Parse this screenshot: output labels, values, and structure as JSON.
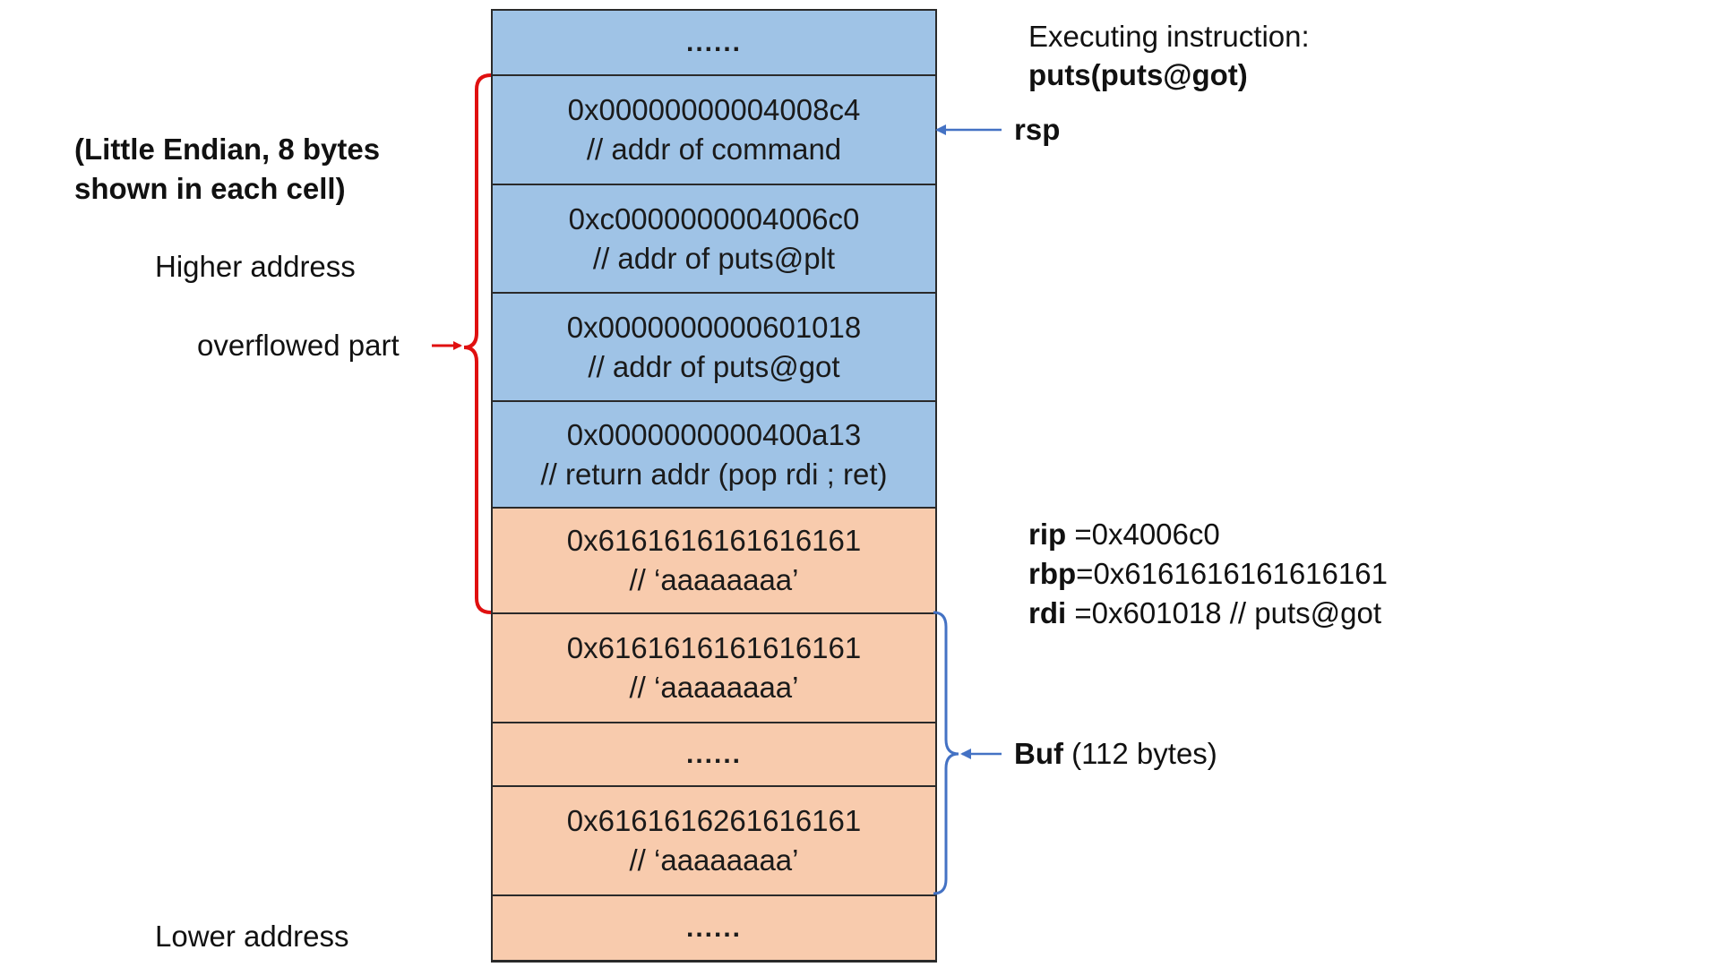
{
  "stack_cells": [
    {
      "value": "......",
      "comment": "",
      "kind": "dots",
      "color": "blue"
    },
    {
      "value": "0x00000000004008c4",
      "comment": "// addr of command",
      "kind": "entry",
      "color": "blue"
    },
    {
      "value": "0xc0000000004006c0",
      "comment": "// addr of puts@plt",
      "kind": "entry",
      "color": "blue"
    },
    {
      "value": "0x0000000000601018",
      "comment": "// addr of puts@got",
      "kind": "entry",
      "color": "blue"
    },
    {
      "value": "0x0000000000400a13",
      "comment": "// return addr (pop rdi ; ret)",
      "kind": "entry",
      "color": "blue"
    },
    {
      "value": "0x6161616161616161",
      "comment": "// ‘aaaaaaaa’",
      "kind": "entry",
      "color": "orange"
    },
    {
      "value": "0x6161616161616161",
      "comment": "// ‘aaaaaaaa’",
      "kind": "entry",
      "color": "orange"
    },
    {
      "value": "......",
      "comment": "",
      "kind": "dots",
      "color": "orange"
    },
    {
      "value": "0x6161616261616161",
      "comment": "// ‘aaaaaaaa’",
      "kind": "entry",
      "color": "orange"
    },
    {
      "value": "......",
      "comment": "",
      "kind": "dots",
      "color": "orange"
    }
  ],
  "labels": {
    "note": "(Little Endian, 8 bytes shown in each cell)",
    "higher_address": "Higher address",
    "lower_address": "Lower address",
    "overflowed_part": "overflowed part",
    "executing_title": "Executing instruction:",
    "executing_instr": "puts(puts@got)",
    "rsp": "rsp",
    "buf_name": "Buf",
    "buf_size": "(112 bytes)"
  },
  "registers": [
    {
      "name": "rip",
      "value": " =0x4006c0"
    },
    {
      "name": "rbp",
      "value": "=0x6161616161616161"
    },
    {
      "name": "rdi",
      "value": " =0x601018 // puts@got"
    }
  ],
  "colors": {
    "cell_blue": "#9fc3e6",
    "cell_orange": "#f8cbad",
    "brace_red": "#e01010",
    "brace_blue": "#4472c4",
    "cell_border": "#2a2a2a"
  }
}
